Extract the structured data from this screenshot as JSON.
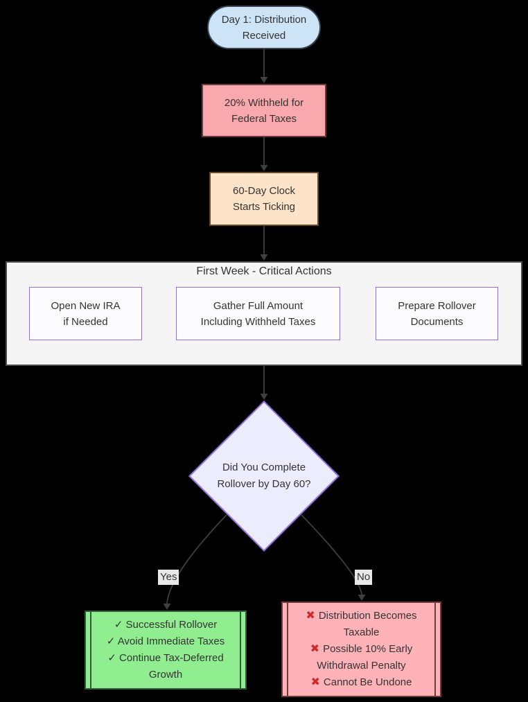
{
  "diagram": {
    "background": "#000000",
    "nodes": {
      "start": {
        "lines": [
          "Day 1: Distribution",
          "Received"
        ]
      },
      "withheld": {
        "lines": [
          "20% Withheld for",
          "Federal Taxes"
        ]
      },
      "clock": {
        "lines": [
          "60-Day Clock",
          "Starts Ticking"
        ]
      },
      "first_week": {
        "title": "First Week - Critical Actions"
      },
      "open_ira": {
        "lines": [
          "Open New IRA",
          "if Needed"
        ]
      },
      "gather": {
        "lines": [
          "Gather Full Amount",
          "Including Withheld Taxes"
        ]
      },
      "prepare": {
        "lines": [
          "Prepare Rollover",
          "Documents"
        ]
      },
      "decision": {
        "lines": [
          "Did You Complete",
          "Rollover by Day 60?"
        ]
      },
      "outcome_yes": {
        "lines": [
          "✓ Successful Rollover",
          "✓ Avoid Immediate Taxes",
          "✓ Continue Tax-Deferred",
          "Growth"
        ]
      },
      "outcome_no": {
        "lines": [
          {
            "mark": "✖",
            "text": "Distribution Becomes"
          },
          {
            "mark": "",
            "text": "Taxable"
          },
          {
            "mark": "✖",
            "text": "Possible 10% Early"
          },
          {
            "mark": "",
            "text": "Withdrawal Penalty"
          },
          {
            "mark": "✖",
            "text": "Cannot Be Undone"
          }
        ]
      }
    },
    "edge_labels": {
      "yes": "Yes",
      "no": "No"
    },
    "colors": {
      "edge": "#3f3f3f",
      "text": "#333333",
      "start_fill": "#cde4f7",
      "start_border": "#3a4656",
      "withheld_fill": "#f9a8ad",
      "withheld_border": "#6e3a3a",
      "clock_fill": "#fde3c8",
      "clock_border": "#6b4a2a",
      "phase_fill": "#f5f5f5",
      "phase_border": "#4d4d4d",
      "action_fill": "#fcfcff",
      "action_border": "#9370db",
      "decision_fill": "#ececff",
      "decision_border": "#9370db",
      "label_bg": "#e8e8e8",
      "yes_fill": "#90ee90",
      "yes_border": "#2f5d3a",
      "no_fill": "#ffb3b8",
      "no_border": "#6e3a3a",
      "cross": "#d02a2a"
    }
  }
}
